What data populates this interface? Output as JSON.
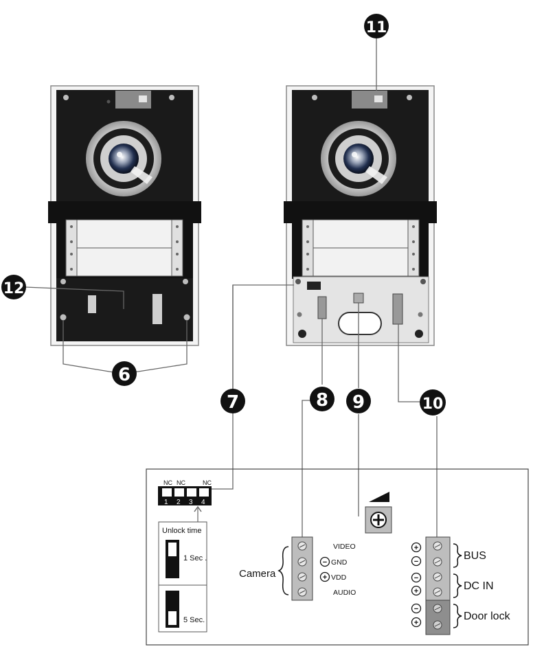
{
  "callouts": {
    "n6": "6",
    "n7": "7",
    "n8": "8",
    "n9": "9",
    "n10": "10",
    "n11": "11",
    "n12": "12"
  },
  "dip": {
    "nc1": "NC",
    "nc2": "NC",
    "nc4": "NC",
    "pin1": "1",
    "pin2": "2",
    "pin3": "3",
    "pin4": "4"
  },
  "unlock": {
    "title": "Unlock time",
    "option1": "1 Sec .",
    "option2": "5 Sec."
  },
  "camera": {
    "group_label": "Camera",
    "video": "VIDEO",
    "gnd": "GND",
    "vdd": "VDD",
    "audio": "AUDIO",
    "gnd_sign": "−",
    "vdd_sign": "+"
  },
  "terminals": {
    "bus": "BUS",
    "dc_in": "DC IN",
    "door_lock": "Door lock",
    "plus": "+",
    "minus": "−"
  }
}
